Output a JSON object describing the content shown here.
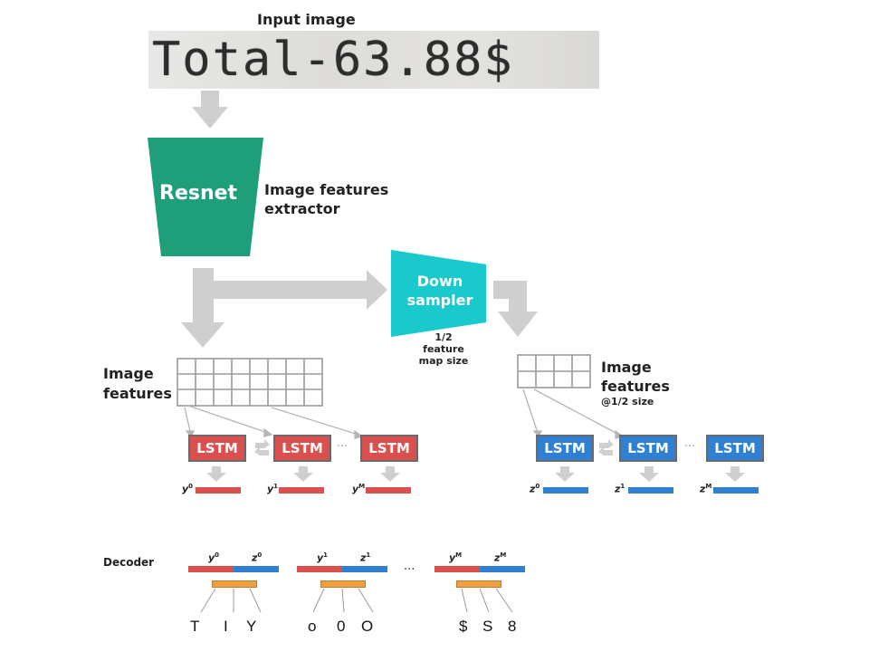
{
  "input": {
    "title": "Input image",
    "text": "Total-63.88$"
  },
  "resnet": {
    "label": "Resnet",
    "caption_line1": "Image features",
    "caption_line2": "extractor"
  },
  "downsampler": {
    "line1": "Down",
    "line2": "sampler",
    "note_line1": "1/2",
    "note_line2": "feature",
    "note_line3": "map size"
  },
  "left_features": {
    "line1": "Image",
    "line2": "features"
  },
  "right_features": {
    "line1": "Image",
    "line2": "features",
    "line3": "@1/2 size"
  },
  "lstm_label": "LSTM",
  "ellipsis": "···",
  "outputs_left": [
    {
      "var": "y",
      "sup": "0"
    },
    {
      "var": "y",
      "sup": "1"
    },
    {
      "var": "y",
      "sup": "M"
    }
  ],
  "outputs_right": [
    {
      "var": "z",
      "sup": "0"
    },
    {
      "var": "z",
      "sup": "1"
    },
    {
      "var": "z",
      "sup": "M"
    }
  ],
  "decoder": {
    "label": "Decoder",
    "groups": [
      {
        "y": "y",
        "ysup": "0",
        "z": "z",
        "zsup": "0",
        "glyphs": [
          "T",
          "I",
          "Y"
        ]
      },
      {
        "y": "y",
        "ysup": "1",
        "z": "z",
        "zsup": "1",
        "glyphs": [
          "o",
          "0",
          "O"
        ]
      },
      {
        "y": "y",
        "ysup": "M",
        "z": "z",
        "zsup": "M",
        "glyphs": [
          "$",
          "S",
          "8"
        ]
      }
    ],
    "ellipsis": "..."
  },
  "colors": {
    "resnet": "#1f9e7a",
    "downsampler": "#19c9cc",
    "lstm_red": "#d9504f",
    "lstm_blue": "#2f7fd3",
    "arrow_gray": "#cfcfcf",
    "orange": "#f0a040"
  }
}
